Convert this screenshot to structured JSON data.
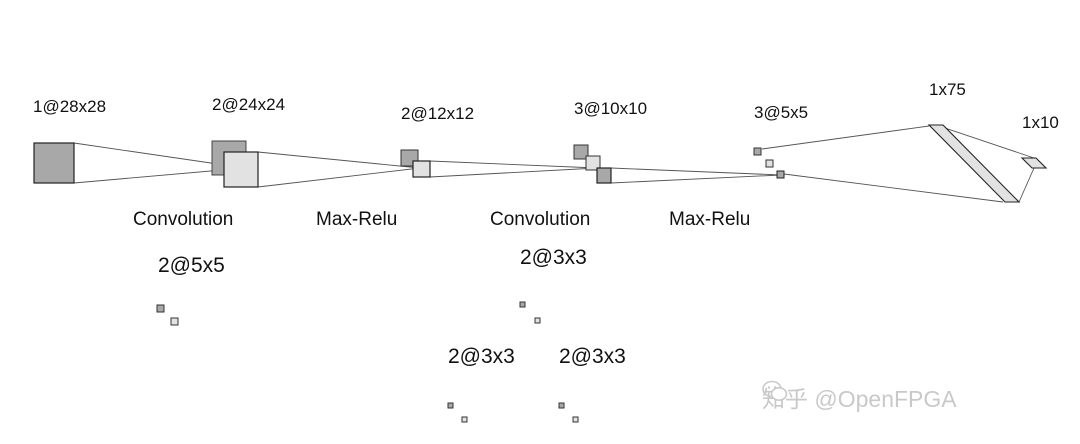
{
  "layers": {
    "input": "1@28x28",
    "conv1_out": "2@24x24",
    "pool1_out": "2@12x12",
    "conv2_out": "3@10x10",
    "pool2_out": "3@5x5",
    "fc1": "1x75",
    "fc2": "1x10"
  },
  "operations": {
    "op1": "Convolution",
    "op2": "Max-Relu",
    "op3": "Convolution",
    "op4": "Max-Relu"
  },
  "kernels": {
    "k1": "2@5x5",
    "k2": "2@3x3",
    "k3": "2@3x3",
    "k4": "2@3x3"
  },
  "watermark": {
    "text": "知乎 @OpenFPGA",
    "icon": "wechat-icon"
  },
  "colors": {
    "dark_fill": "#a8a8a8",
    "light_fill": "#e2e2e2",
    "stroke": "#222222",
    "line": "#555555"
  }
}
